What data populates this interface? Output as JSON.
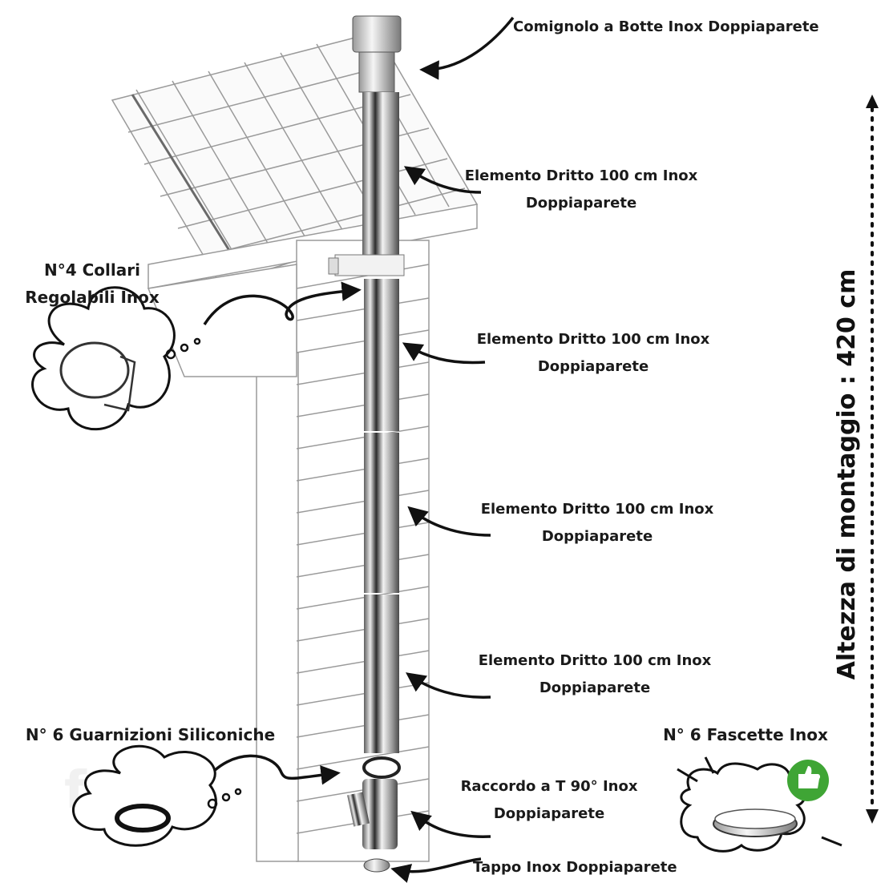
{
  "labels": {
    "cowl": "Comignolo a Botte Inox Doppiaparete",
    "element1": [
      "Elemento Dritto 100 cm Inox",
      "Doppiaparete"
    ],
    "element2": [
      "Elemento Dritto 100 cm Inox",
      "Doppiaparete"
    ],
    "element3": [
      "Elemento Dritto 100 cm Inox",
      "Doppiaparete"
    ],
    "element4": [
      "Elemento Dritto 100 cm Inox",
      "Doppiaparete"
    ],
    "tee": [
      "Raccordo a T 90° Inox",
      "Doppiaparete"
    ],
    "cap": "Tappo Inox Doppiaparete",
    "collars": [
      "N°4 Collari",
      "Regolabili Inox"
    ],
    "gaskets": "N° 6 Guarnizioni Siliconiche",
    "clamps": "N° 6 Fascette Inox"
  },
  "height_label": "Altezza di montaggio : 420 cm",
  "watermark": "fotor",
  "colors": {
    "text": "#1a1a1a",
    "pipe_steel": "#8a8a8a",
    "thumb_badge": "#3fa535"
  },
  "icons": [
    "stainless-steel-chimney-pipe",
    "roof-tiles",
    "wall-bracket",
    "collar-icon",
    "gasket-ring-icon",
    "clamp-ring-icon",
    "thumbs-up-icon"
  ]
}
